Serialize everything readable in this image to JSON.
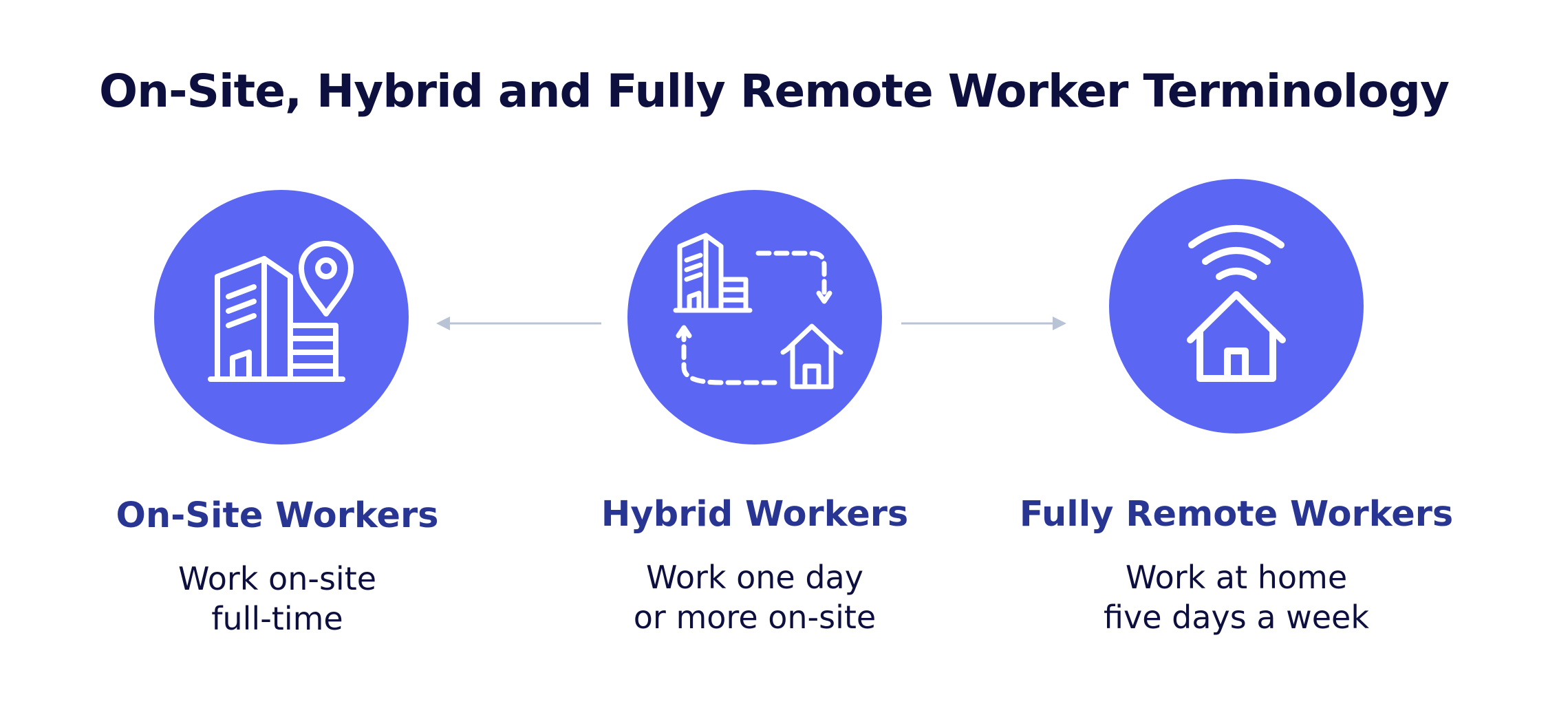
{
  "title": "On-Site, Hybrid and Fully Remote Worker Terminology",
  "colors": {
    "title": "#0d0f3f",
    "circle": "#5b67f2",
    "heading": "#283593",
    "text": "#0d0f3f",
    "arrow": "#b8c4d6",
    "icon": "#ffffff"
  },
  "categories": [
    {
      "heading": "On-Site Workers",
      "desc_line1": "Work on-site",
      "desc_line2": "full-time",
      "icon": "office-building-location-icon"
    },
    {
      "heading": "Hybrid Workers",
      "desc_line1": "Work one day",
      "desc_line2": "or more on-site",
      "icon": "office-home-cycle-icon"
    },
    {
      "heading": "Fully Remote Workers",
      "desc_line1": "Work at home",
      "desc_line2": "five days a week",
      "icon": "home-wifi-icon"
    }
  ]
}
